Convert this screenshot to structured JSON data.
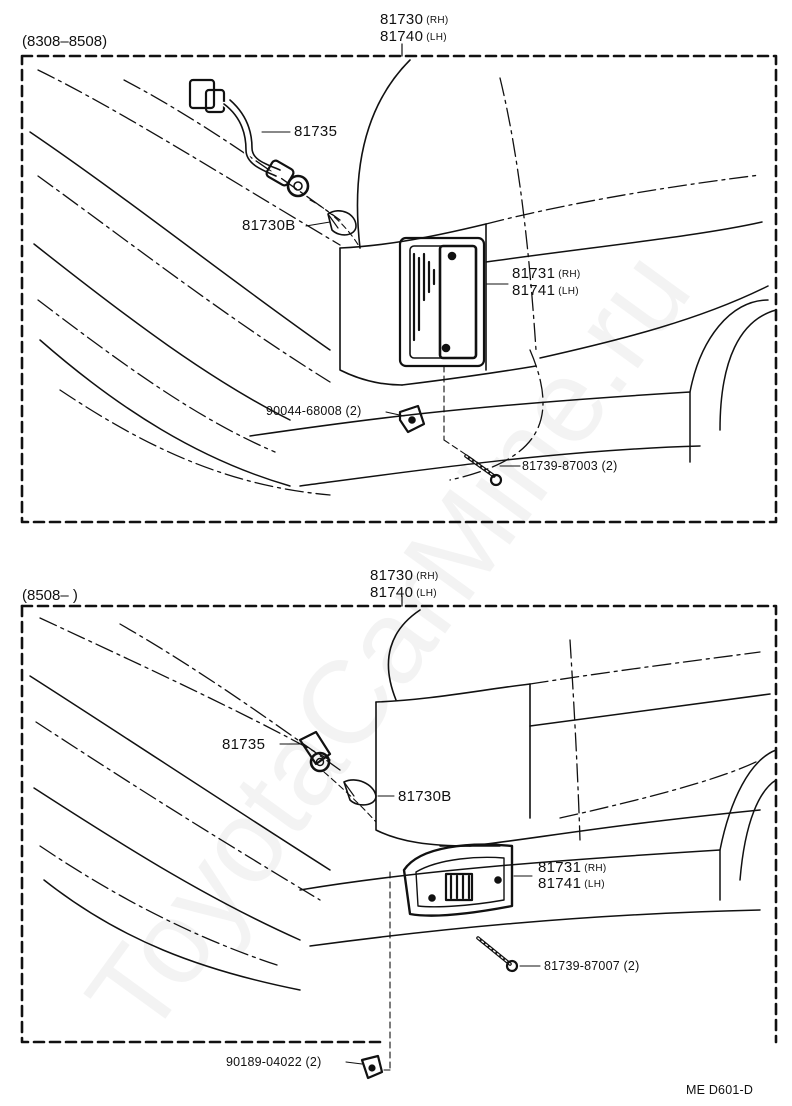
{
  "watermark": "ToyotaCarMine.ru",
  "footer_code": "ME  D601-D",
  "top": {
    "range": "(8308–8508)",
    "assembly_rh": "81730",
    "assembly_rh_side": "(RH)",
    "assembly_lh": "81740",
    "assembly_lh_side": "(LH)",
    "socket": "81735",
    "bulb": "81730B",
    "lens_rh": "81731",
    "lens_rh_side": "(RH)",
    "lens_lh": "81741",
    "lens_lh_side": "(LH)",
    "nut": "90044-68008 (2)",
    "screw": "81739-87003 (2)"
  },
  "bottom": {
    "range": "(8508–        )",
    "assembly_rh": "81730",
    "assembly_rh_side": "(RH)",
    "assembly_lh": "81740",
    "assembly_lh_side": "(LH)",
    "socket": "81735",
    "bulb": "81730B",
    "lens_rh": "81731",
    "lens_rh_side": "(RH)",
    "lens_lh": "81741",
    "lens_lh_side": "(LH)",
    "screw": "81739-87007 (2)",
    "nut": "90189-04022 (2)"
  }
}
